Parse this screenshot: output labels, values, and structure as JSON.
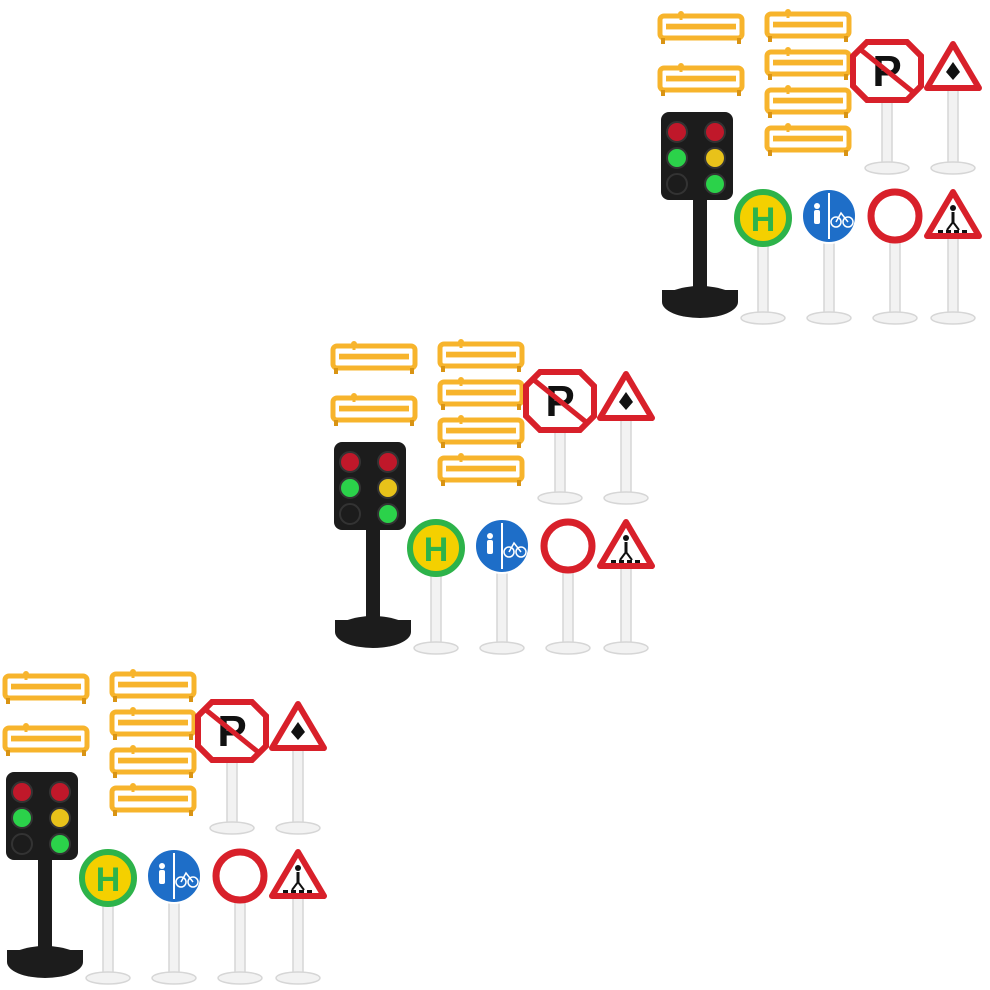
{
  "scene": {
    "background": "#ffffff",
    "sets": 3,
    "colors": {
      "barrier": "#f7b42c",
      "barrier_dark": "#d99414",
      "sign_red": "#d8202a",
      "sign_blue": "#1e6ec8",
      "sign_green": "#2db34a",
      "sign_yellow": "#f4d000",
      "pole": "#f2f2f2",
      "pole_shadow": "#d6d6d6",
      "light_body": "#1c1c1c",
      "lamp_red": "#c0182a",
      "lamp_yellow": "#e8c21a",
      "lamp_green": "#2bd24a"
    },
    "signs": {
      "parking_letter": "P",
      "bus_stop_letter": "H"
    },
    "icons": [
      "traffic-light-icon",
      "barrier-icon",
      "no-parking-sign-icon",
      "priority-road-sign-icon",
      "bus-stop-sign-icon",
      "pedestrian-bicycle-sign-icon",
      "no-entry-sign-icon",
      "crosswalk-sign-icon"
    ]
  }
}
